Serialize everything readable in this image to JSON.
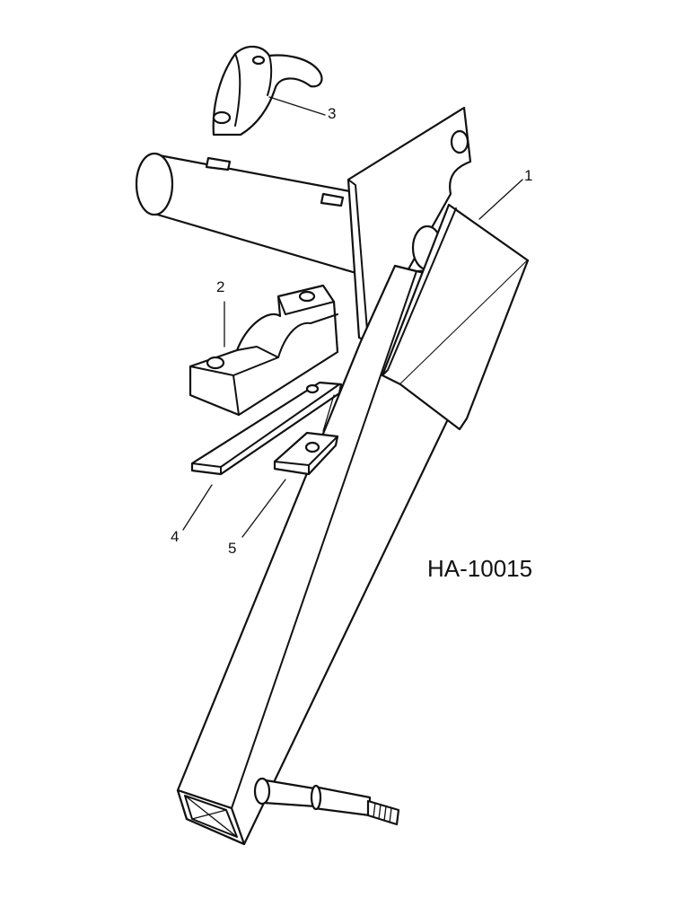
{
  "figure": {
    "code": "HA-10015",
    "callouts": [
      {
        "id": "1",
        "text": "1"
      },
      {
        "id": "2",
        "text": "2"
      },
      {
        "id": "3",
        "text": "3"
      },
      {
        "id": "4",
        "text": "4"
      },
      {
        "id": "5",
        "text": "5"
      }
    ]
  },
  "parts": [
    {
      "name": "pivot-arm-bracket",
      "callout": "1"
    },
    {
      "name": "lower-pivot-block",
      "callout": "2"
    },
    {
      "name": "upper-pivot-cap",
      "callout": "3"
    },
    {
      "name": "long-shim-plate",
      "callout": "4"
    },
    {
      "name": "short-shim-plate",
      "callout": "5"
    }
  ],
  "colors": {
    "line": "#111111",
    "background": "#ffffff"
  }
}
